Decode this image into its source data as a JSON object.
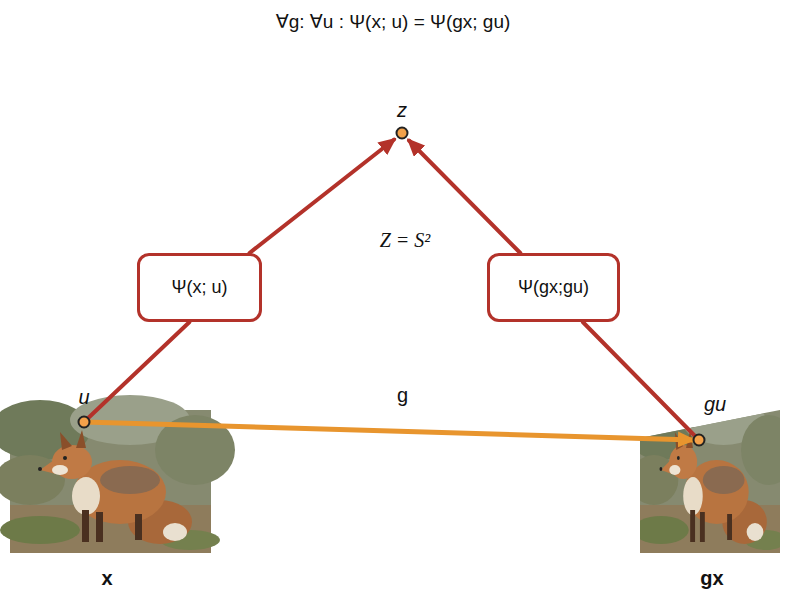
{
  "diagram": {
    "title": "∀g: ∀u : Ψ(x; u) = Ψ(gx; gu)",
    "nodes": [
      {
        "text": [
          "z"
        ]
      },
      {
        "text": [
          "Ψ(x; u)"
        ]
      },
      {
        "text": [
          "Ψ(gx;gu)"
        ]
      },
      {
        "text": [
          "u",
          "x"
        ]
      },
      {
        "text": [
          "gu",
          "gx"
        ]
      }
    ],
    "edges": [
      {
        "from": 3,
        "to": 1,
        "arrow": "none"
      },
      {
        "from": 1,
        "to": 0,
        "arrow": "to"
      },
      {
        "from": 4,
        "to": 2,
        "arrow": "none"
      },
      {
        "from": 2,
        "to": 0,
        "arrow": "to"
      },
      {
        "from": 3,
        "to": 4,
        "label": "g",
        "arrow": "to"
      }
    ],
    "labels": [
      "Z = S²"
    ]
  }
}
